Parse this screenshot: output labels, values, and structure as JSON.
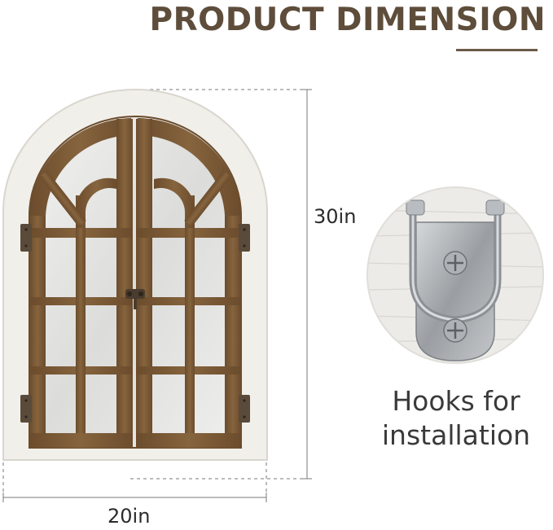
{
  "header": {
    "title": "PRODUCT DIMENSION"
  },
  "dimensions": {
    "height_label": "30in",
    "width_label": "20in"
  },
  "detail": {
    "caption_line1": "Hooks for",
    "caption_line2": "installation"
  },
  "colors": {
    "title": "#5e4d3b",
    "frame": "#f1efea",
    "wood": "#7a5a36",
    "mirror": "#e9e9e7",
    "hardware": "#5a4a3a",
    "hook_metal": "#a9adb1",
    "dimension_line": "#6b6b6b"
  },
  "icons": {
    "hinge": "hinge-icon",
    "latch": "latch-icon",
    "hook": "sawtooth-hook-icon"
  }
}
